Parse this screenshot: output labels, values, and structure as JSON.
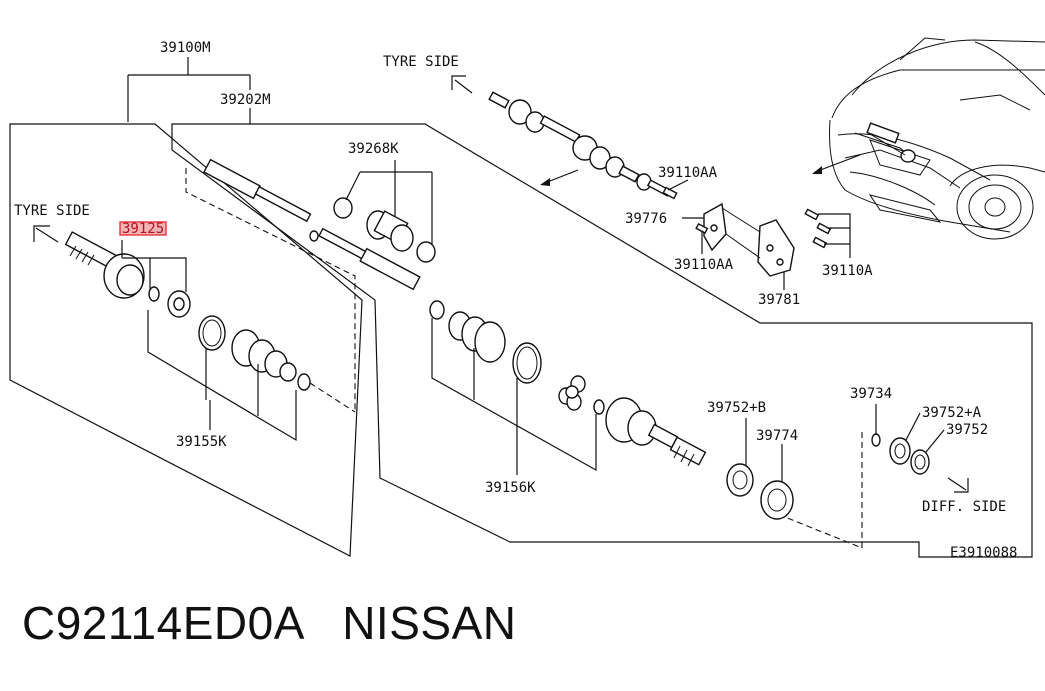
{
  "labels": {
    "assembly": "39100M",
    "shaft_assembly": "39202M",
    "tyre_side_top": "TYRE SIDE",
    "tyre_side_left": "TYRE SIDE",
    "boot_kit_outer": "39155K",
    "boot_kit_inner": "39156K",
    "dust_boot_kit": "39268K",
    "bolt_upper": "39110AA",
    "bracket": "39776",
    "bolt_lower": "39110AA",
    "bolt_right": "39110A",
    "support": "39781",
    "seal_b": "39752+B",
    "bearing": "39774",
    "snap_ring": "39734",
    "seal_a": "39752+A",
    "seal": "39752",
    "diff_side": "DIFF. SIDE",
    "figure_code": "E3910088",
    "highlighted_part": "39125"
  },
  "caption": {
    "part_number": "C92114ED0A",
    "brand": "NISSAN"
  },
  "colors": {
    "highlight": "#e8323c",
    "line": "#111111"
  }
}
